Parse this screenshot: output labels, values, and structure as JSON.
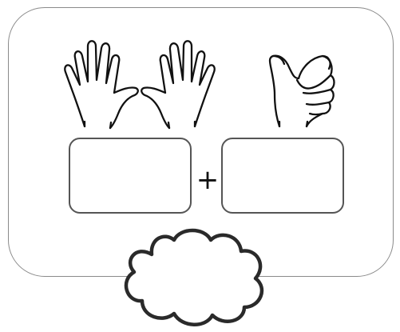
{
  "equation": {
    "left_hands": {
      "hand_count": 2,
      "fingers_shown": 10
    },
    "right_hand": {
      "fingers_shown": 1
    },
    "left_box_value": "",
    "operator": "+",
    "right_box_value": "",
    "answer_value": ""
  }
}
